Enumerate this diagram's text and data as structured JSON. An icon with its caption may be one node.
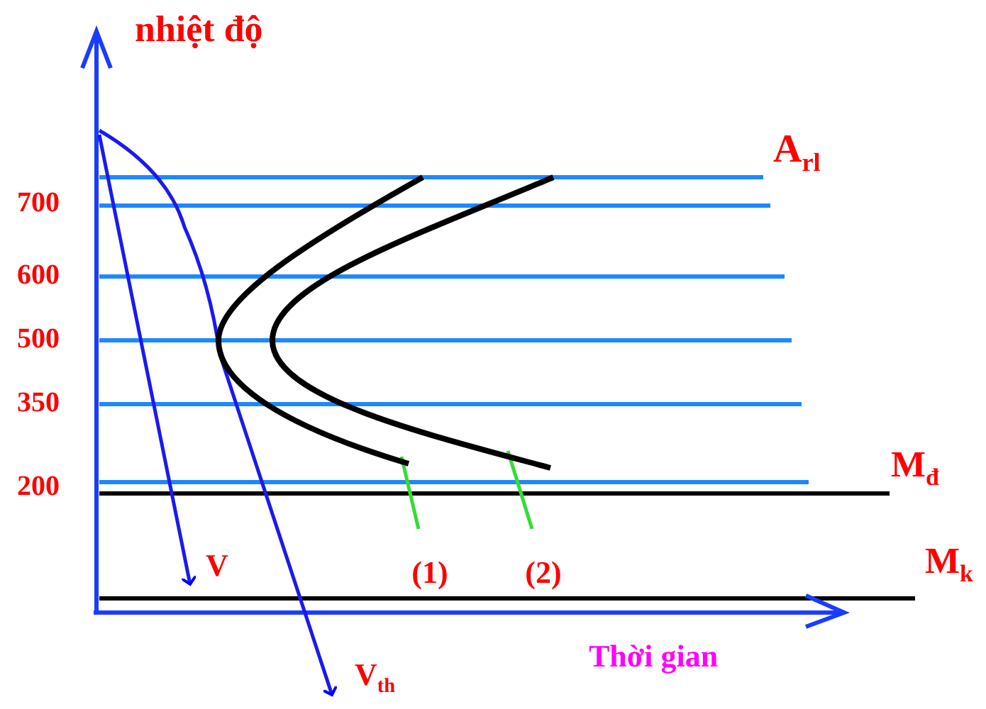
{
  "diagram": {
    "nodes": [
      {
        "text": [
          "(1)"
        ]
      },
      {
        "text": [
          "(2)"
        ]
      },
      {
        "text": [],
        "shape": "curve"
      },
      {
        "text": [],
        "shape": "curve"
      }
    ],
    "edges": [
      {
        "from": 0,
        "to": 2,
        "arrow": "none"
      },
      {
        "from": 1,
        "to": 3,
        "arrow": "none"
      }
    ],
    "labels": [
      "nhiệt độ",
      "A$_{rl}$",
      "700",
      "600",
      "500",
      "350",
      "200",
      "M$_{đ}$",
      "V",
      "M$_{k}$",
      "V$_{th}$",
      "Thời gian"
    ]
  }
}
